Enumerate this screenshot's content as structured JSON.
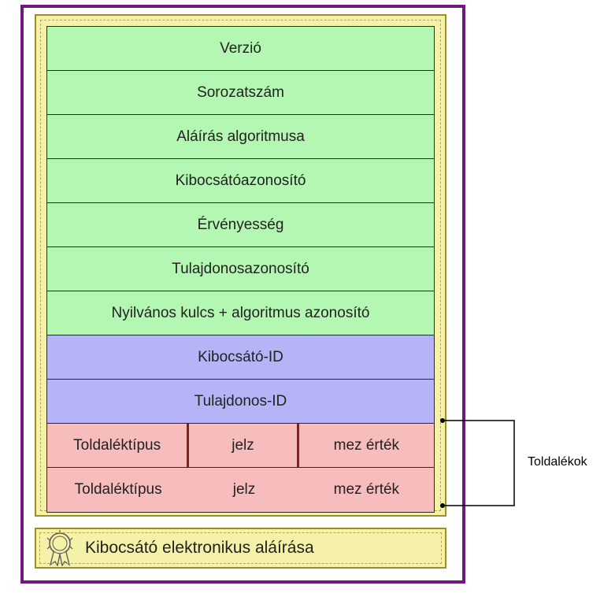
{
  "fields": [
    {
      "label": "Verzió",
      "group": "green"
    },
    {
      "label": "Sorozatszám",
      "group": "green"
    },
    {
      "label": "Aláírás algoritmusa",
      "group": "green"
    },
    {
      "label": "Kibocsátóazonosító",
      "group": "green"
    },
    {
      "label": "Érvényesség",
      "group": "green"
    },
    {
      "label": "Tulajdonosazonosító",
      "group": "green"
    },
    {
      "label": "Nyilvános kulcs + algoritmus azonosító",
      "group": "green"
    },
    {
      "label": "Kibocsátó-ID",
      "group": "blue"
    },
    {
      "label": "Tulajdonos-ID",
      "group": "blue"
    }
  ],
  "extensions": [
    {
      "type": "Toldaléktípus",
      "flag": "jelz",
      "value": "mez érték"
    },
    {
      "type": "Toldaléktípus",
      "flag": "jelz",
      "value": "mez érték"
    }
  ],
  "bracket_label": "Toldalékok",
  "signature_label": "Kibocsátó elektronikus aláírása",
  "colors": {
    "outer_border": "#6d1b7b",
    "yellow": "#f6f1a8",
    "green": "#b4f7b2",
    "blue": "#b4b4f7",
    "red": "#f7bcbc",
    "divider": "#8b1d1d"
  }
}
